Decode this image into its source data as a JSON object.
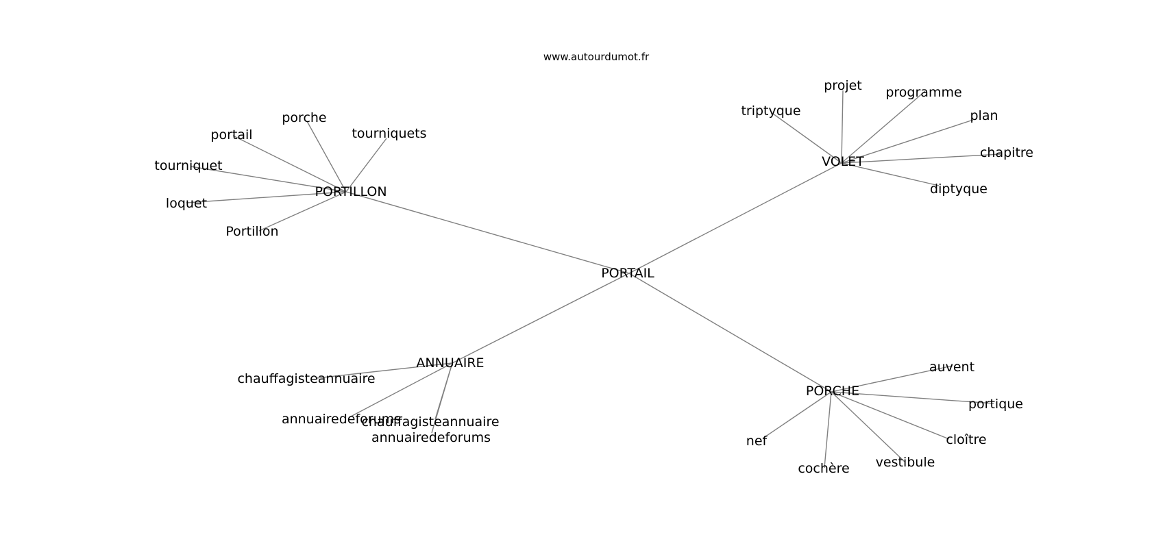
{
  "header": {
    "site_url": "www.autourdumot.fr"
  },
  "graph": {
    "center": {
      "id": "portail",
      "label": "PORTAIL"
    },
    "hubs": [
      {
        "id": "portillon",
        "label": "PORTILLON",
        "leaves": [
          {
            "id": "portillon-porche",
            "label": "porche"
          },
          {
            "id": "portillon-portail",
            "label": "portail"
          },
          {
            "id": "portillon-tourniquets",
            "label": "tourniquets"
          },
          {
            "id": "portillon-tourniquet",
            "label": "tourniquet"
          },
          {
            "id": "portillon-loquet",
            "label": "loquet"
          },
          {
            "id": "portillon-portillon",
            "label": "Portillon"
          }
        ]
      },
      {
        "id": "volet",
        "label": "VOLET",
        "leaves": [
          {
            "id": "volet-projet",
            "label": "projet"
          },
          {
            "id": "volet-programme",
            "label": "programme"
          },
          {
            "id": "volet-triptyque",
            "label": "triptyque"
          },
          {
            "id": "volet-plan",
            "label": "plan"
          },
          {
            "id": "volet-chapitre",
            "label": "chapitre"
          },
          {
            "id": "volet-diptyque",
            "label": "diptyque"
          }
        ]
      },
      {
        "id": "annuaire",
        "label": "ANNUAIRE",
        "leaves": [
          {
            "id": "annuaire-chauffagiste-1",
            "label": "chauffagisteannuaire"
          },
          {
            "id": "annuaire-forums-1",
            "label": "annuairedeforums"
          },
          {
            "id": "annuaire-chauffagiste-2",
            "label": "chauffagisteannuaire"
          },
          {
            "id": "annuaire-forums-2",
            "label": "annuairedeforums"
          }
        ]
      },
      {
        "id": "porche",
        "label": "PORCHE",
        "leaves": [
          {
            "id": "porche-auvent",
            "label": "auvent"
          },
          {
            "id": "porche-portique",
            "label": "portique"
          },
          {
            "id": "porche-cloitre",
            "label": "cloître"
          },
          {
            "id": "porche-nef",
            "label": "nef"
          },
          {
            "id": "porche-cochere",
            "label": "cochère"
          },
          {
            "id": "porche-vestibule",
            "label": "vestibule"
          }
        ]
      }
    ]
  }
}
